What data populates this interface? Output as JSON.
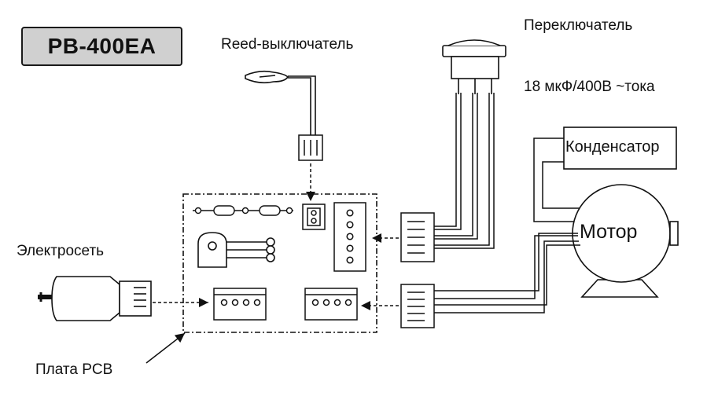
{
  "title": "PB-400EA",
  "labels": {
    "reed_switch": "Reed-выключатель",
    "switch": "Переключатель",
    "capacitor_spec": "18 мкФ/400В ~тока",
    "capacitor": "Конденсатор",
    "motor": "Мотор",
    "mains": "Электросеть",
    "pcb": "Плата PCB"
  }
}
